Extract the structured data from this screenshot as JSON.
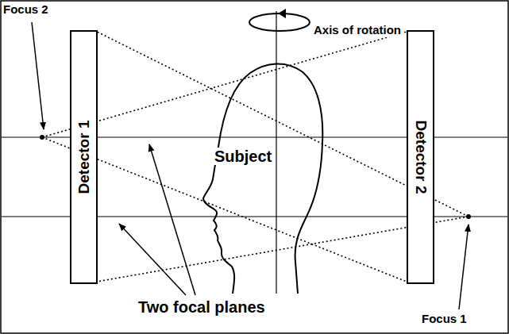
{
  "diagram": {
    "nodes": [
      {
        "text": [
          "Detector 1"
        ]
      },
      {
        "text": [
          "Detector 2"
        ]
      }
    ],
    "labels": [
      "Focus 2",
      "Axis of rotation",
      "Subject",
      "Two focal planes",
      "Focus 1"
    ]
  }
}
